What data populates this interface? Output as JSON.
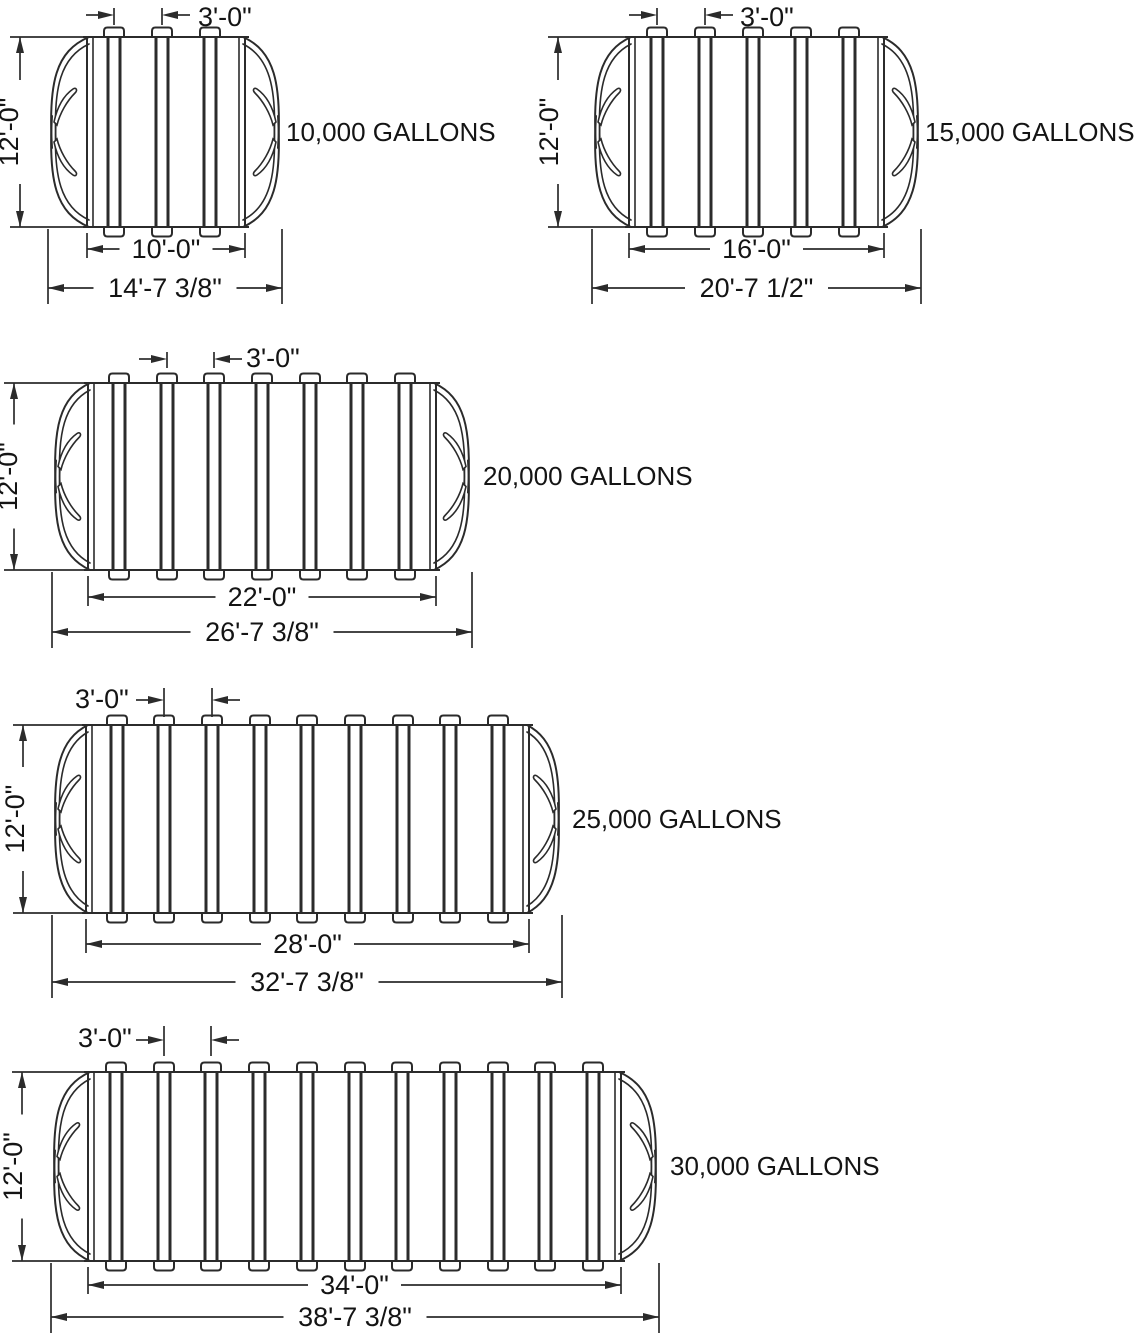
{
  "diagram": {
    "background_color": "#ffffff",
    "line_color": "#2b2b2b",
    "text_color": "#141414",
    "drawing_type": "fiberglass tank size elevations",
    "tanks": [
      {
        "id": "10000-gallons",
        "capacity_label": "10,000 GALLONS",
        "diameter_label": "12'-0\"",
        "rib_spacing_label": "3'-0\"",
        "straight_section_label": "10'-0\"",
        "overall_length_label": "14'-7 3/8\"",
        "rib_count": 3
      },
      {
        "id": "15000-gallons",
        "capacity_label": "15,000 GALLONS",
        "diameter_label": "12'-0\"",
        "rib_spacing_label": "3'-0\"",
        "straight_section_label": "16'-0\"",
        "overall_length_label": "20'-7 1/2\"",
        "rib_count": 5
      },
      {
        "id": "20000-gallons",
        "capacity_label": "20,000 GALLONS",
        "diameter_label": "12'-0\"",
        "rib_spacing_label": "3'-0\"",
        "straight_section_label": "22'-0\"",
        "overall_length_label": "26'-7 3/8\"",
        "rib_count": 7
      },
      {
        "id": "25000-gallons",
        "capacity_label": "25,000 GALLONS",
        "diameter_label": "12'-0\"",
        "rib_spacing_label": "3'-0\"",
        "straight_section_label": "28'-0\"",
        "overall_length_label": "32'-7 3/8\"",
        "rib_count": 9
      },
      {
        "id": "30000-gallons",
        "capacity_label": "30,000 GALLONS",
        "diameter_label": "12'-0\"",
        "rib_spacing_label": "3'-0\"",
        "straight_section_label": "34'-0\"",
        "overall_length_label": "38'-7 3/8\"",
        "rib_count": 11
      }
    ]
  }
}
